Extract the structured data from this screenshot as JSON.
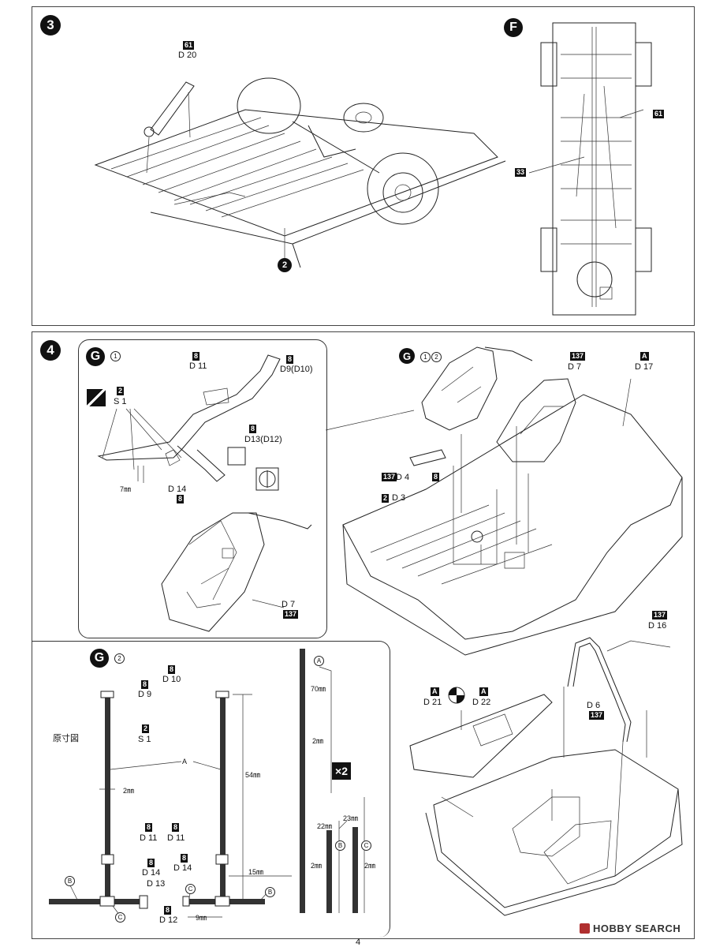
{
  "steps": {
    "three": "3",
    "four": "4"
  },
  "letters": {
    "F": "F",
    "G": "G",
    "A": "A",
    "B": "B",
    "C": "C"
  },
  "step3": {
    "part_tag": "61",
    "part_code": "D 20",
    "callout": "2"
  },
  "stepF": {
    "tag1": "61",
    "tag2": "33"
  },
  "g1": {
    "num": "1",
    "t8a": "8",
    "d11": "D 11",
    "t8b": "8",
    "d9": "D9(D10)",
    "t2": "2",
    "s1": "S 1",
    "t8c": "8",
    "d13": "D13(D12)",
    "dim7": "7㎜",
    "d14": "D 14",
    "t8d": "8",
    "d7": "D 7",
    "t137": "137"
  },
  "g12": {
    "num1": "1",
    "num2": "2",
    "t137": "137",
    "d7": "D 7",
    "tA": "A",
    "d17": "D 17",
    "t137b": "137",
    "d4": "D 4",
    "t8": "8",
    "t2": "2",
    "d3": "D 3"
  },
  "g2": {
    "num": "2",
    "gensun": "原寸図",
    "t8a": "8",
    "d10": "D 10",
    "t8b": "8",
    "d9": "D 9",
    "t2": "2",
    "s1": "S 1",
    "A": "A",
    "dim2": "2㎜",
    "dim54": "54㎜",
    "t8c": "8",
    "d11a": "D 11",
    "t8d": "8",
    "d11b": "D 11",
    "t8e": "8",
    "d14a": "D 14",
    "d13": "D 13",
    "t8f": "8",
    "d14b": "D 14",
    "dim15": "15㎜",
    "dim9": "9㎜",
    "t8g": "8",
    "d12": "D 12",
    "B": "B",
    "C": "C"
  },
  "strips": {
    "A": "A",
    "dim70": "70㎜",
    "dim2a": "2㎜",
    "x2": "×2",
    "dim22": "22㎜",
    "dim23": "23㎜",
    "B": "B",
    "C": "C",
    "dim2b": "2㎜",
    "dim2c": "2㎜"
  },
  "rollbar": {
    "t137": "137",
    "d16": "D 16",
    "tA1": "A",
    "d21": "D 21",
    "tA2": "A",
    "d22": "D 22",
    "d6": "D 6",
    "t137b": "137"
  },
  "footer": {
    "page": "4",
    "logo": "HOBBY SEARCH"
  }
}
